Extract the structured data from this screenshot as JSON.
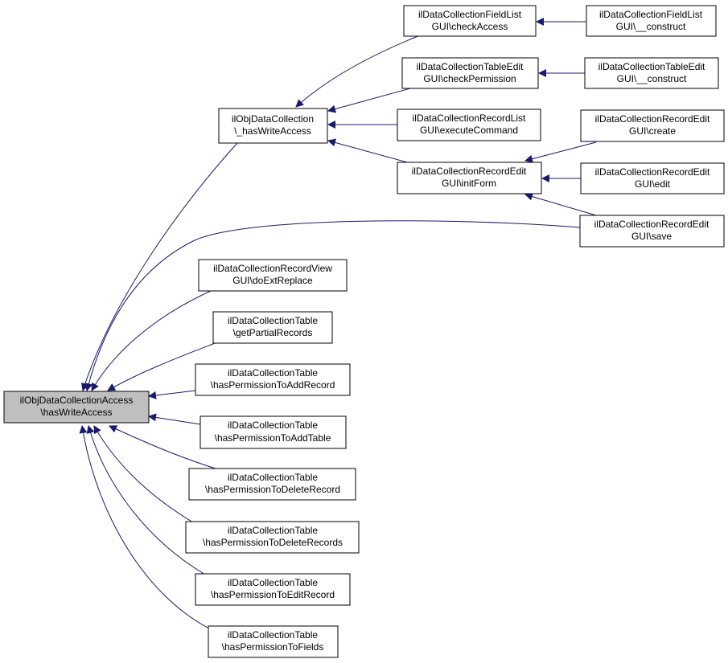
{
  "colors": {
    "edge": "#191970",
    "node_border": "#000000",
    "node_fill": "#ffffff",
    "root_fill": "#bfbfbf"
  },
  "nodes": {
    "root": [
      "ilObjDataCollectionAccess",
      "\\hasWriteAccess"
    ],
    "objdc": [
      "ilObjDataCollection",
      "\\_hasWriteAccess"
    ],
    "fl_check": [
      "ilDataCollectionFieldList",
      "GUI\\checkAccess"
    ],
    "fl_construct": [
      "ilDataCollectionFieldList",
      "GUI\\__construct"
    ],
    "te_check": [
      "ilDataCollectionTableEdit",
      "GUI\\checkPermission"
    ],
    "te_construct": [
      "ilDataCollectionTableEdit",
      "GUI\\__construct"
    ],
    "rl_exec": [
      "ilDataCollectionRecordList",
      "GUI\\executeCommand"
    ],
    "re_init": [
      "ilDataCollectionRecordEdit",
      "GUI\\initForm"
    ],
    "re_create": [
      "ilDataCollectionRecordEdit",
      "GUI\\create"
    ],
    "re_edit": [
      "ilDataCollectionRecordEdit",
      "GUI\\edit"
    ],
    "re_save": [
      "ilDataCollectionRecordEdit",
      "GUI\\save"
    ],
    "rv_replace": [
      "ilDataCollectionRecordView",
      "GUI\\doExtReplace"
    ],
    "t_partial": [
      "ilDataCollectionTable",
      "\\getPartialRecords"
    ],
    "t_addrec": [
      "ilDataCollectionTable",
      "\\hasPermissionToAddRecord"
    ],
    "t_addtab": [
      "ilDataCollectionTable",
      "\\hasPermissionToAddTable"
    ],
    "t_delrec": [
      "ilDataCollectionTable",
      "\\hasPermissionToDeleteRecord"
    ],
    "t_delrecs": [
      "ilDataCollectionTable",
      "\\hasPermissionToDeleteRecords"
    ],
    "t_editrec": [
      "ilDataCollectionTable",
      "\\hasPermissionToEditRecord"
    ],
    "t_fields": [
      "ilDataCollectionTable",
      "\\hasPermissionToFields"
    ]
  },
  "edges": [
    [
      "objdc",
      "root"
    ],
    [
      "re_save",
      "root"
    ],
    [
      "rv_replace",
      "root"
    ],
    [
      "t_partial",
      "root"
    ],
    [
      "t_addrec",
      "root"
    ],
    [
      "t_addtab",
      "root"
    ],
    [
      "t_delrec",
      "root"
    ],
    [
      "t_delrecs",
      "root"
    ],
    [
      "t_editrec",
      "root"
    ],
    [
      "t_fields",
      "root"
    ],
    [
      "fl_check",
      "objdc"
    ],
    [
      "te_check",
      "objdc"
    ],
    [
      "rl_exec",
      "objdc"
    ],
    [
      "re_init",
      "objdc"
    ],
    [
      "fl_construct",
      "fl_check"
    ],
    [
      "te_construct",
      "te_check"
    ],
    [
      "re_create",
      "re_init"
    ],
    [
      "re_edit",
      "re_init"
    ],
    [
      "re_save",
      "re_init"
    ]
  ]
}
